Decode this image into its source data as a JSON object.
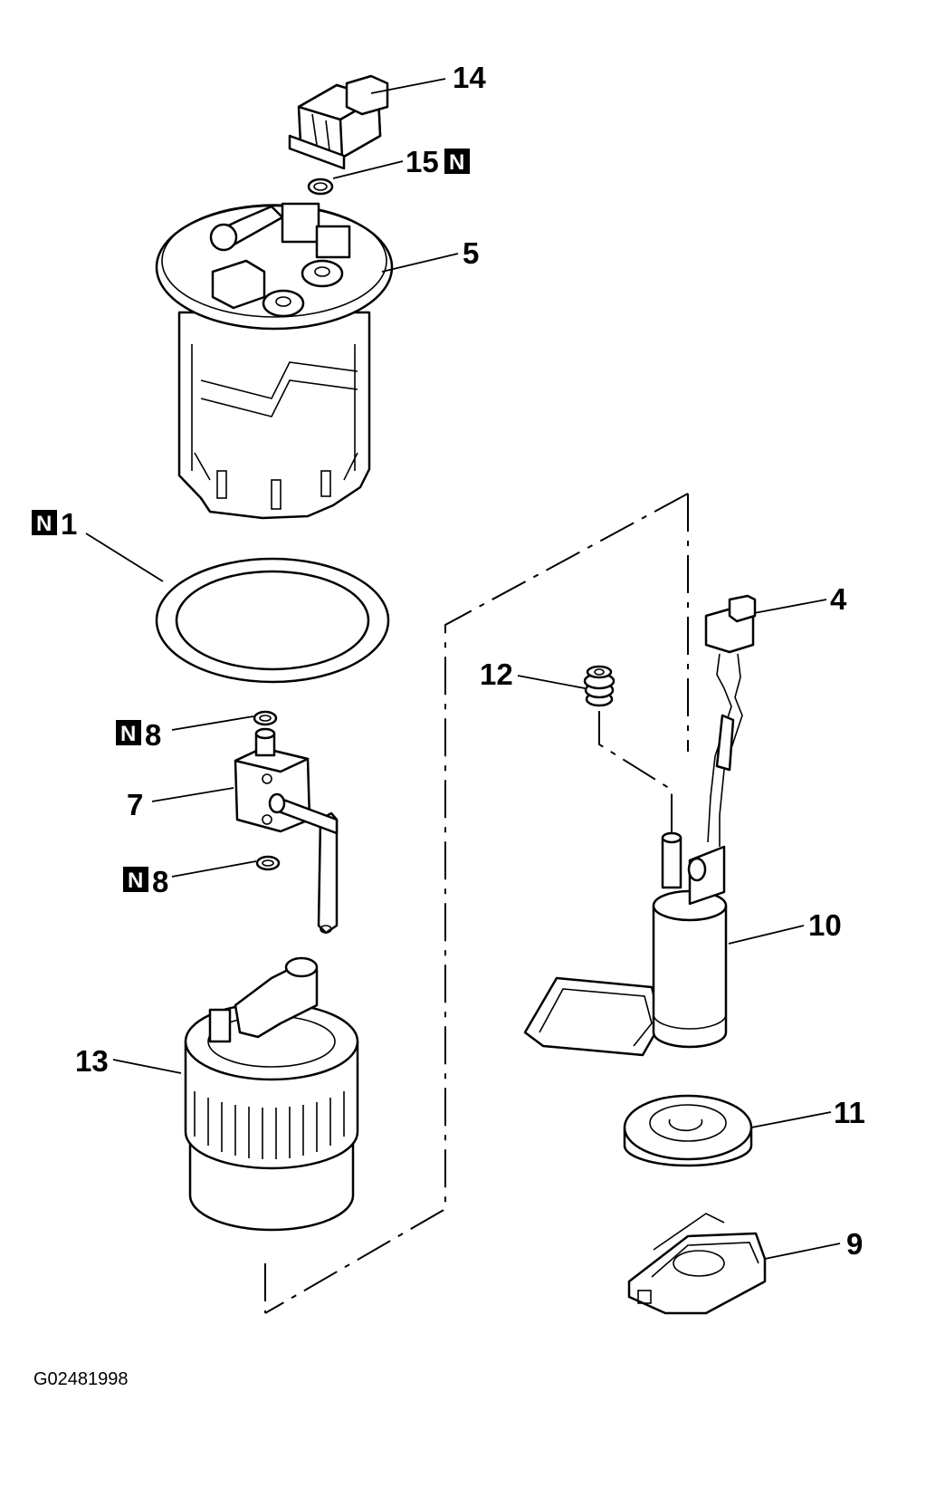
{
  "diagram": {
    "callouts": {
      "c14": "14",
      "c15": "15",
      "c5": "5",
      "c1": "1",
      "c8a": "8",
      "c7": "7",
      "c8b": "8",
      "c13": "13",
      "c4": "4",
      "c12": "12",
      "c10": "10",
      "c11": "11",
      "c9": "9"
    },
    "new_part_badge": "N",
    "figure_code": "G02481998"
  }
}
